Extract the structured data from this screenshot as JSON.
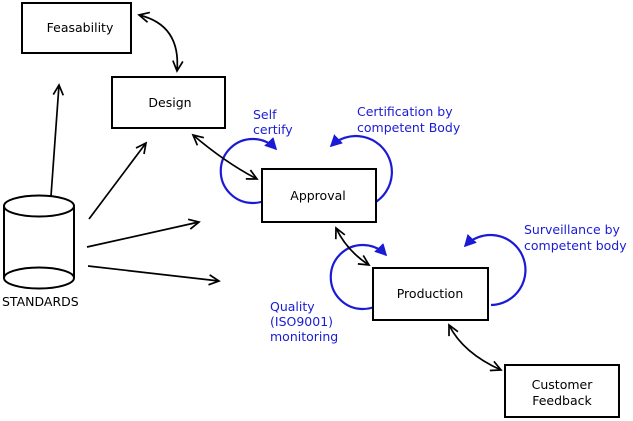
{
  "diagram": {
    "colors": {
      "background": "#ffffff",
      "line": "#000000",
      "accent": "#1b1bd6"
    },
    "nodes": {
      "feasability": {
        "label": "Feasability"
      },
      "design": {
        "label": "Design"
      },
      "approval": {
        "label": "Approval"
      },
      "production": {
        "label": "Production"
      },
      "customer_feedback": {
        "lines": [
          "Customer",
          "Feedback"
        ]
      },
      "standards": {
        "label": "STANDARDS"
      }
    },
    "annotations": {
      "self_certify": {
        "lines": [
          "Self",
          "certify"
        ]
      },
      "certification": {
        "lines": [
          "Certification by",
          "competent Body"
        ]
      },
      "surveillance": {
        "lines": [
          "Surveillance by",
          "competent body"
        ]
      },
      "quality_monitoring": {
        "lines": [
          "Quality",
          "(ISO9001)",
          "monitoring"
        ]
      }
    },
    "edges": [
      {
        "from": "standards",
        "to": "feasability",
        "type": "arrow"
      },
      {
        "from": "standards",
        "to": "design",
        "type": "arrow"
      },
      {
        "from": "standards",
        "to": "approval",
        "type": "arrow"
      },
      {
        "from": "standards",
        "to": "production",
        "type": "arrow"
      },
      {
        "from": "feasability",
        "to": "design",
        "type": "double-arrow"
      },
      {
        "from": "design",
        "to": "approval",
        "type": "double-arrow"
      },
      {
        "from": "approval",
        "to": "production",
        "type": "double-arrow"
      },
      {
        "from": "production",
        "to": "customer_feedback",
        "type": "double-arrow"
      },
      {
        "node": "approval",
        "type": "self-loop",
        "annotation": "self_certify"
      },
      {
        "node": "approval",
        "type": "self-loop",
        "annotation": "certification"
      },
      {
        "node": "production",
        "type": "self-loop",
        "annotation": "quality_monitoring"
      },
      {
        "node": "production",
        "type": "self-loop",
        "annotation": "surveillance"
      }
    ]
  }
}
